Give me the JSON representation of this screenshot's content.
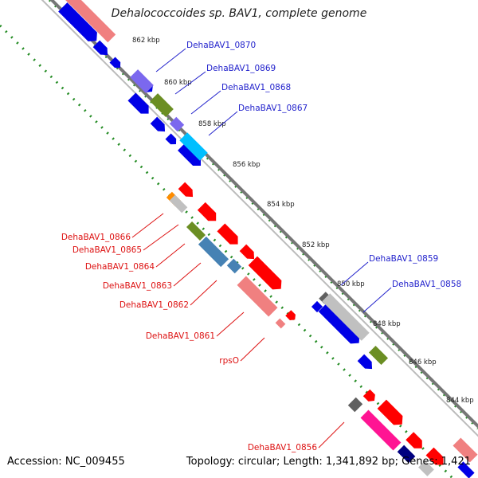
{
  "title": "Dehalococcoides sp. BAV1, complete genome",
  "footer": {
    "accession": "Accession: NC_009455",
    "summary": "Topology: circular; Length: 1,341,892 bp; Genes: 1,421"
  },
  "ticks": [
    "862 kbp",
    "860 kbp",
    "858 kbp",
    "856 kbp",
    "854 kbp",
    "852 kbp",
    "850 kbp",
    "848 kbp",
    "846 kbp",
    "844 kbp"
  ],
  "labels_forward": [
    "DehaBAV1_0870",
    "DehaBAV1_0869",
    "DehaBAV1_0868",
    "DehaBAV1_0867",
    "DehaBAV1_0859",
    "DehaBAV1_0858"
  ],
  "labels_reverse": [
    "DehaBAV1_0866",
    "DehaBAV1_0865",
    "DehaBAV1_0864",
    "DehaBAV1_0863",
    "DehaBAV1_0862",
    "DehaBAV1_0861",
    "rpsO",
    "DehaBAV1_0856"
  ],
  "colors": {
    "forward_label": "#2222cc",
    "reverse_label": "#dd1111",
    "cds_forward": "#0000e6",
    "cds_reverse": "#ff0000",
    "gc_skew": "#228b22",
    "backbone": "#888888"
  }
}
